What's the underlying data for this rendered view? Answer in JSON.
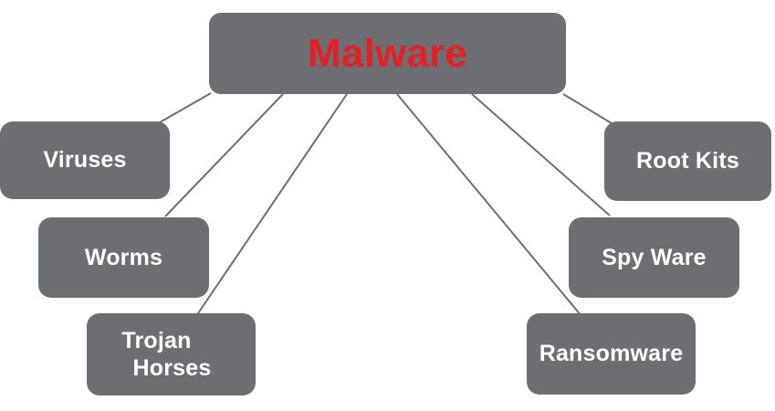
{
  "diagram": {
    "root": {
      "label": "Malware"
    },
    "nodes": [
      {
        "id": "viruses",
        "label": "Viruses"
      },
      {
        "id": "worms",
        "label": "Worms"
      },
      {
        "id": "trojan-horses",
        "label_line1": "Trojan",
        "label_line2": "Horses"
      },
      {
        "id": "root-kits",
        "label": "Root Kits"
      },
      {
        "id": "spy-ware",
        "label": "Spy Ware"
      },
      {
        "id": "ransomware",
        "label": "Ransomware"
      }
    ],
    "colors": {
      "box_fill": "#6D6E71",
      "connector_line": "#6D6E71",
      "root_label_text": "#E32026",
      "node_label_text": "#FFFFFF",
      "background": "#FFFFFF"
    }
  }
}
